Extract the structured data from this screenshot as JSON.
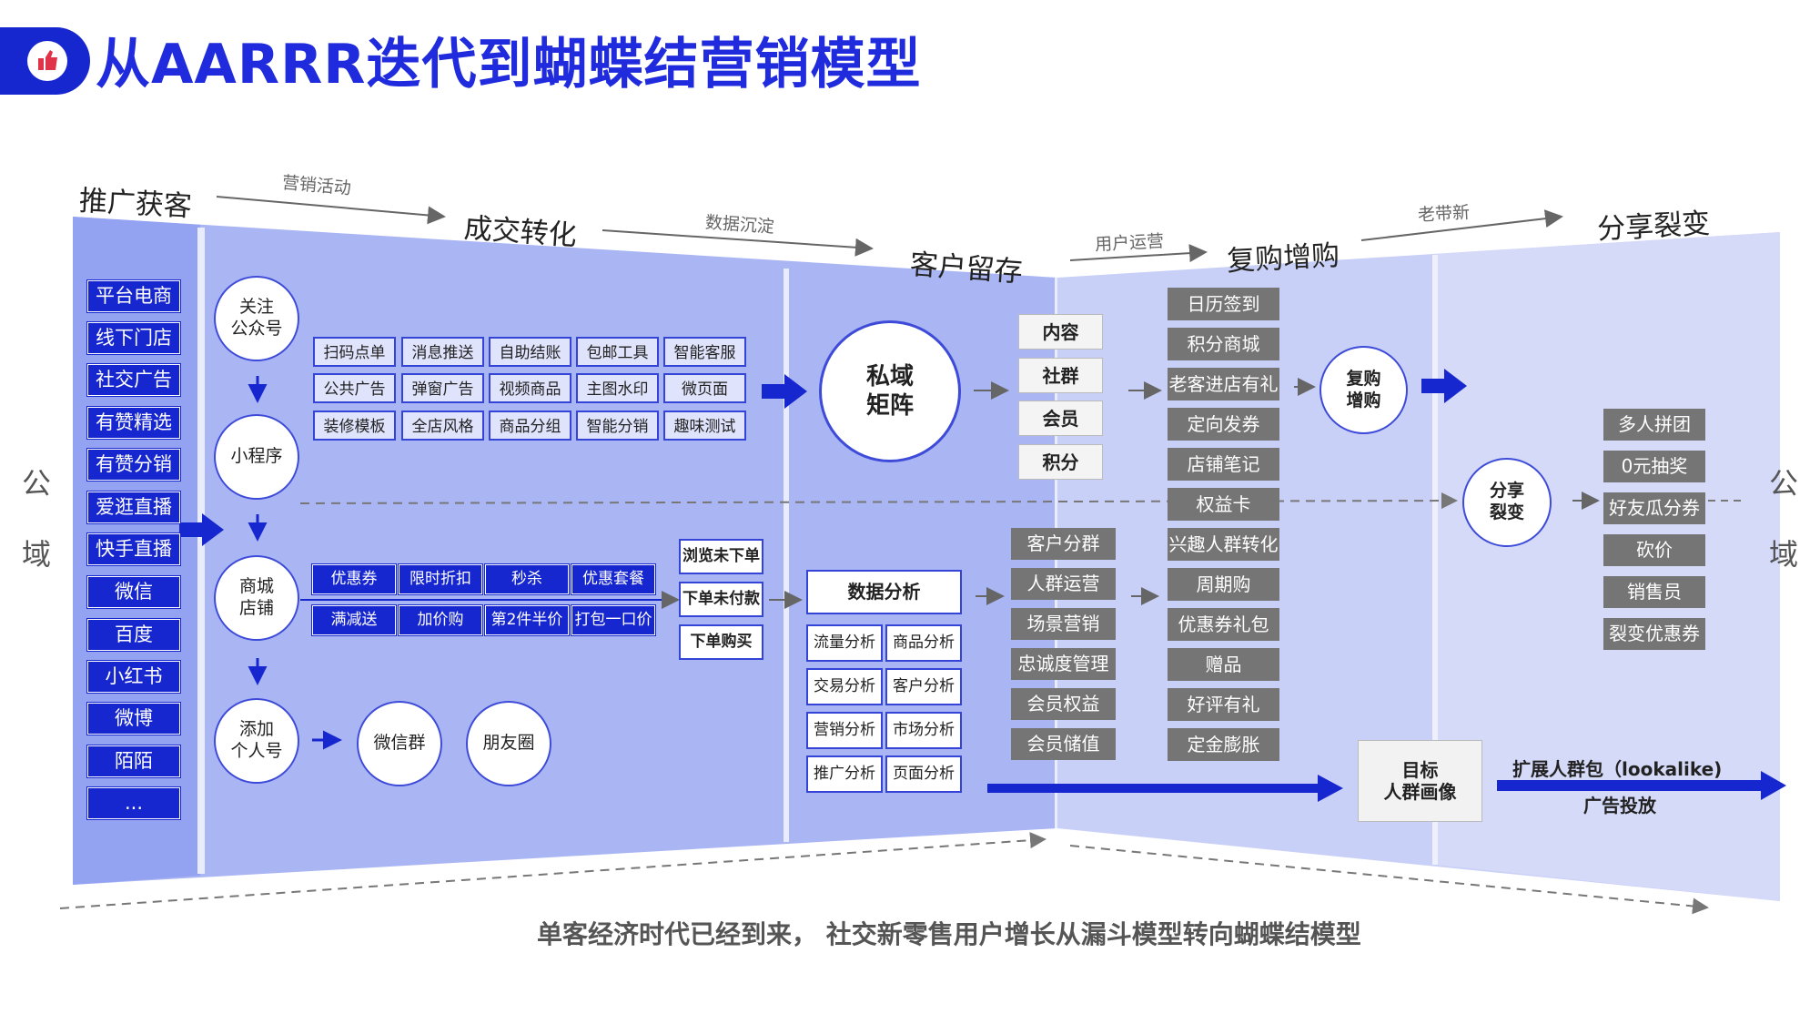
{
  "title": "从AARRR迭代到蝴蝶结营销模型",
  "stages": [
    "推广获客",
    "成交转化",
    "客户留存",
    "复购增购",
    "分享裂变"
  ],
  "flows": [
    "营销活动",
    "数据沉淀",
    "用户运营",
    "老带新"
  ],
  "side_left": [
    "公",
    "域"
  ],
  "side_right": [
    "公",
    "域"
  ],
  "channels": [
    "平台电商",
    "线下门店",
    "社交广告",
    "有赞精选",
    "有赞分销",
    "爱逛直播",
    "快手直播",
    "微信",
    "百度",
    "小红书",
    "微博",
    "陌陌",
    "..."
  ],
  "circles": {
    "official": "关注\n公众号",
    "miniprogram": "小程序",
    "shop": "商城\n店铺",
    "personal": "添加\n个人号",
    "wechat_group": "微信群",
    "moments": "朋友圈",
    "private": "私域\n矩阵",
    "repurchase": "复购\n增购",
    "share": "分享\n裂变"
  },
  "tools_grid": [
    [
      "扫码点单",
      "消息推送",
      "自助结账",
      "包邮工具",
      "智能客服"
    ],
    [
      "公共广告",
      "弹窗广告",
      "视频商品",
      "主图水印",
      "微页面"
    ],
    [
      "装修模板",
      "全店风格",
      "商品分组",
      "智能分销",
      "趣味测试"
    ]
  ],
  "promo_tools": [
    [
      "优惠券",
      "限时折扣",
      "秒杀",
      "优惠套餐"
    ],
    [
      "满减送",
      "加价购",
      "第2件半价",
      "打包一口价"
    ]
  ],
  "order_states": [
    "浏览未下单",
    "下单未付款",
    "下单购买"
  ],
  "data_analysis": {
    "header": "数据分析",
    "cells": [
      [
        "流量分析",
        "商品分析"
      ],
      [
        "交易分析",
        "客户分析"
      ],
      [
        "营销分析",
        "市场分析"
      ],
      [
        "推广分析",
        "页面分析"
      ]
    ]
  },
  "retention_items": [
    "内容",
    "社群",
    "会员",
    "积分"
  ],
  "ops_items": [
    "客户分群",
    "人群运营",
    "场景营销",
    "忠诚度管理",
    "会员权益",
    "会员储值"
  ],
  "repurchase_items": [
    "日历签到",
    "积分商城",
    "老客进店有礼",
    "定向发券",
    "店铺笔记",
    "权益卡",
    "兴趣人群转化",
    "周期购",
    "优惠券礼包",
    "赠品",
    "好评有礼",
    "定金膨胀"
  ],
  "share_items": [
    "多人拼团",
    "0元抽奖",
    "好友瓜分券",
    "砍价",
    "销售员",
    "裂变优惠券"
  ],
  "target": "目标\n人群画像",
  "expand": "扩展人群包（lookalike)",
  "ads": "广告投放",
  "bottom_text": "单客经济时代已经到来， 社交新零售用户增长从漏斗模型转向蝴蝶结模型",
  "colors": {
    "accent": "#1727cf",
    "panel_dark": "#a4b0f4",
    "panel_light": "#c6cef8",
    "gray_box": "#757575"
  }
}
